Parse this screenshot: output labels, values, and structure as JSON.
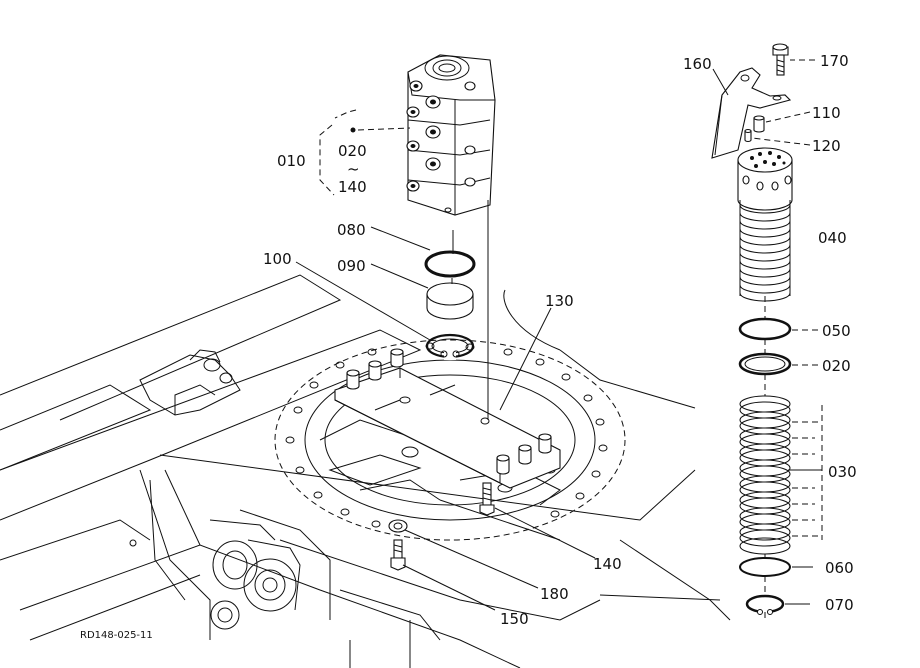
{
  "labels": {
    "p010": "010",
    "p020a": "020",
    "tilde": "~",
    "p140a": "140",
    "p080": "080",
    "p090": "090",
    "p100": "100",
    "p130": "130",
    "p140b": "140",
    "p180": "180",
    "p150": "150",
    "p160": "160",
    "p170": "170",
    "p110": "110",
    "p120": "120",
    "p040": "040",
    "p050": "050",
    "p020b": "020",
    "p030": "030",
    "p060": "060",
    "p070": "070"
  },
  "figure_code": "RD148-025-11"
}
